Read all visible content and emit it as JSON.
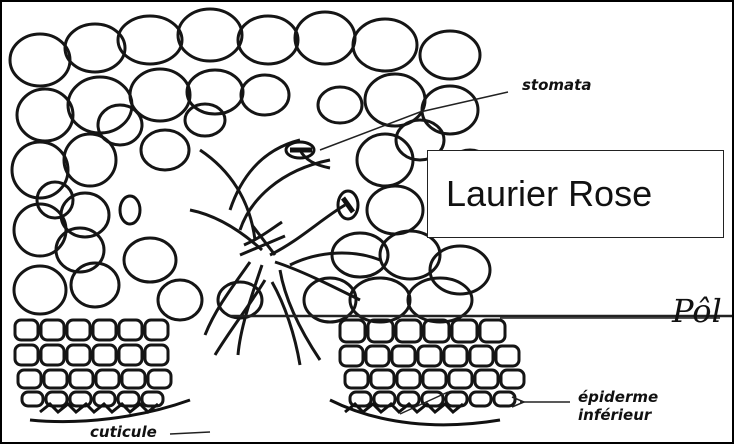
{
  "figure": {
    "title": "Laurier Rose",
    "labels": {
      "stomata": "stomata",
      "poil": "Pôl",
      "epiderme_line1": "épiderme",
      "epiderme_line2": "inférieur",
      "cuticule": "cuticule"
    }
  }
}
